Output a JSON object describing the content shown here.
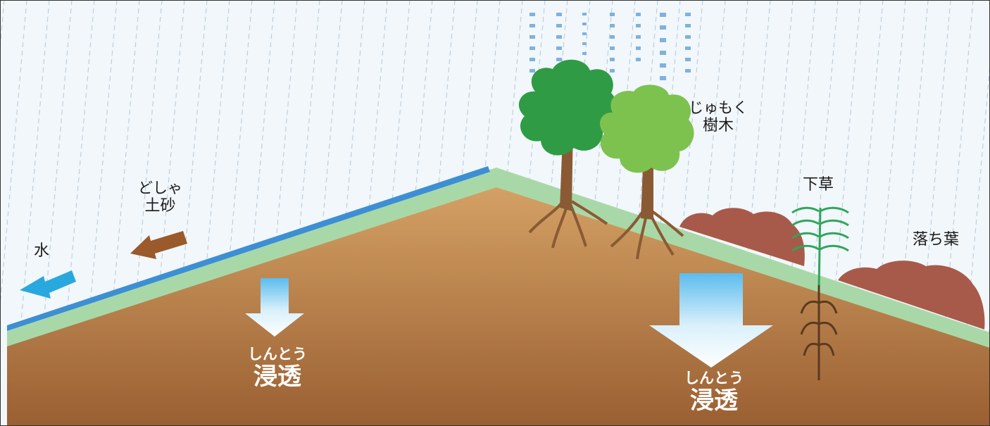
{
  "labels": {
    "water": "水",
    "sediment_ruby": "どしゃ",
    "sediment": "土砂",
    "trees_ruby": "じゅもく",
    "trees": "樹木",
    "undergrowth": "下草",
    "fallen_leaves": "落ち葉",
    "infiltration_left_ruby": "しんとう",
    "infiltration_left": "浸透",
    "infiltration_right_ruby": "しんとう",
    "infiltration_right": "浸透"
  },
  "colors": {
    "sky": "#eef4f9",
    "rain": "#b8cbd9",
    "soil_top": "#d3a062",
    "soil_bottom": "#9c6234",
    "grass_strip": "#a9d8a8",
    "water_film": "#3c8fd4",
    "water_arrow": "#29a8e0",
    "sediment_arrow": "#9a5a2b",
    "tree_dark": "#2f9b45",
    "tree_light": "#7dc24f",
    "trunk": "#8a5a34",
    "leaf_litter": "#a85a4a",
    "undergrowth": "#2fa65a",
    "infiltration_arrow_top": "#5bbcee"
  }
}
